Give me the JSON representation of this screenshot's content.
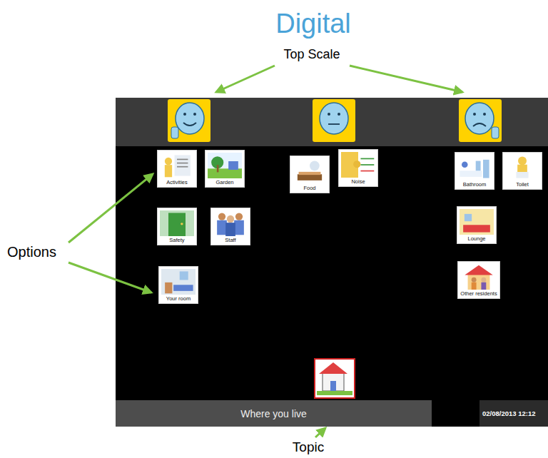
{
  "diagram": {
    "title": "Digital",
    "nodes": [
      {
        "text": [
          "Activities"
        ]
      },
      {
        "text": [
          "Garden"
        ]
      },
      {
        "text": [
          "Food"
        ]
      },
      {
        "text": [
          "Noise"
        ]
      },
      {
        "text": [
          "Bathroom"
        ]
      },
      {
        "text": [
          "Toilet"
        ]
      },
      {
        "text": [
          "Safety"
        ]
      },
      {
        "text": [
          "Staff"
        ]
      },
      {
        "text": [
          "Lounge"
        ]
      },
      {
        "text": [
          "Your room"
        ]
      },
      {
        "text": [
          "Other residents"
        ]
      },
      {
        "text": [
          "Where you live"
        ]
      },
      {
        "text": [
          "02/08/2013 12:12"
        ]
      }
    ],
    "labels": [
      "Top Scale",
      "Options",
      "Topic"
    ]
  }
}
